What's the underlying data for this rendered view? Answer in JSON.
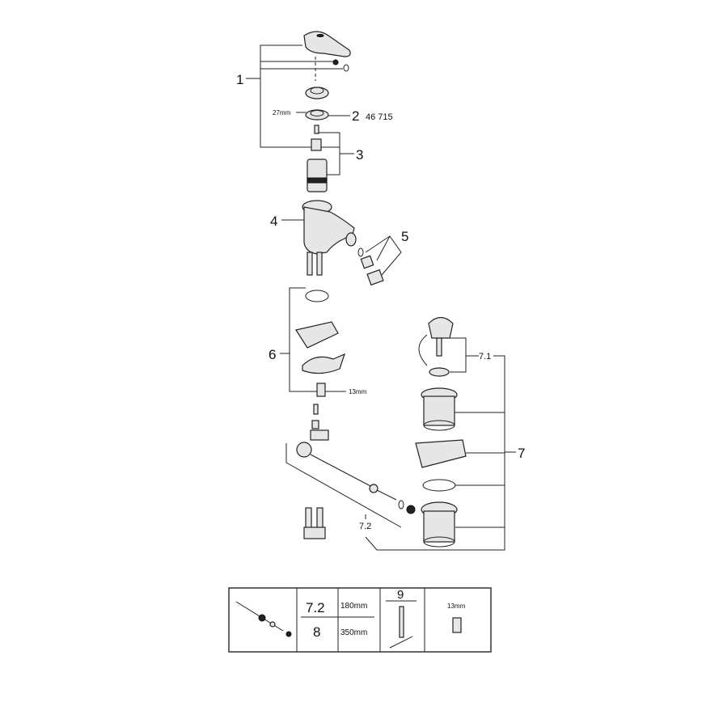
{
  "callouts": {
    "c1": "1",
    "c2": "2",
    "c2_part": "46 715",
    "c2_size": "27mm",
    "c3": "3",
    "c4": "4",
    "c5": "5",
    "c6": "6",
    "c6_size": "13mm",
    "c7": "7",
    "c7_1": "7.1",
    "c7_2": "7.2"
  },
  "table": {
    "row1_label": "7.2",
    "row1_value": "180mm",
    "row2_label": "8",
    "row2_value": "350mm",
    "tool_label": "9",
    "socket_size": "13mm"
  }
}
